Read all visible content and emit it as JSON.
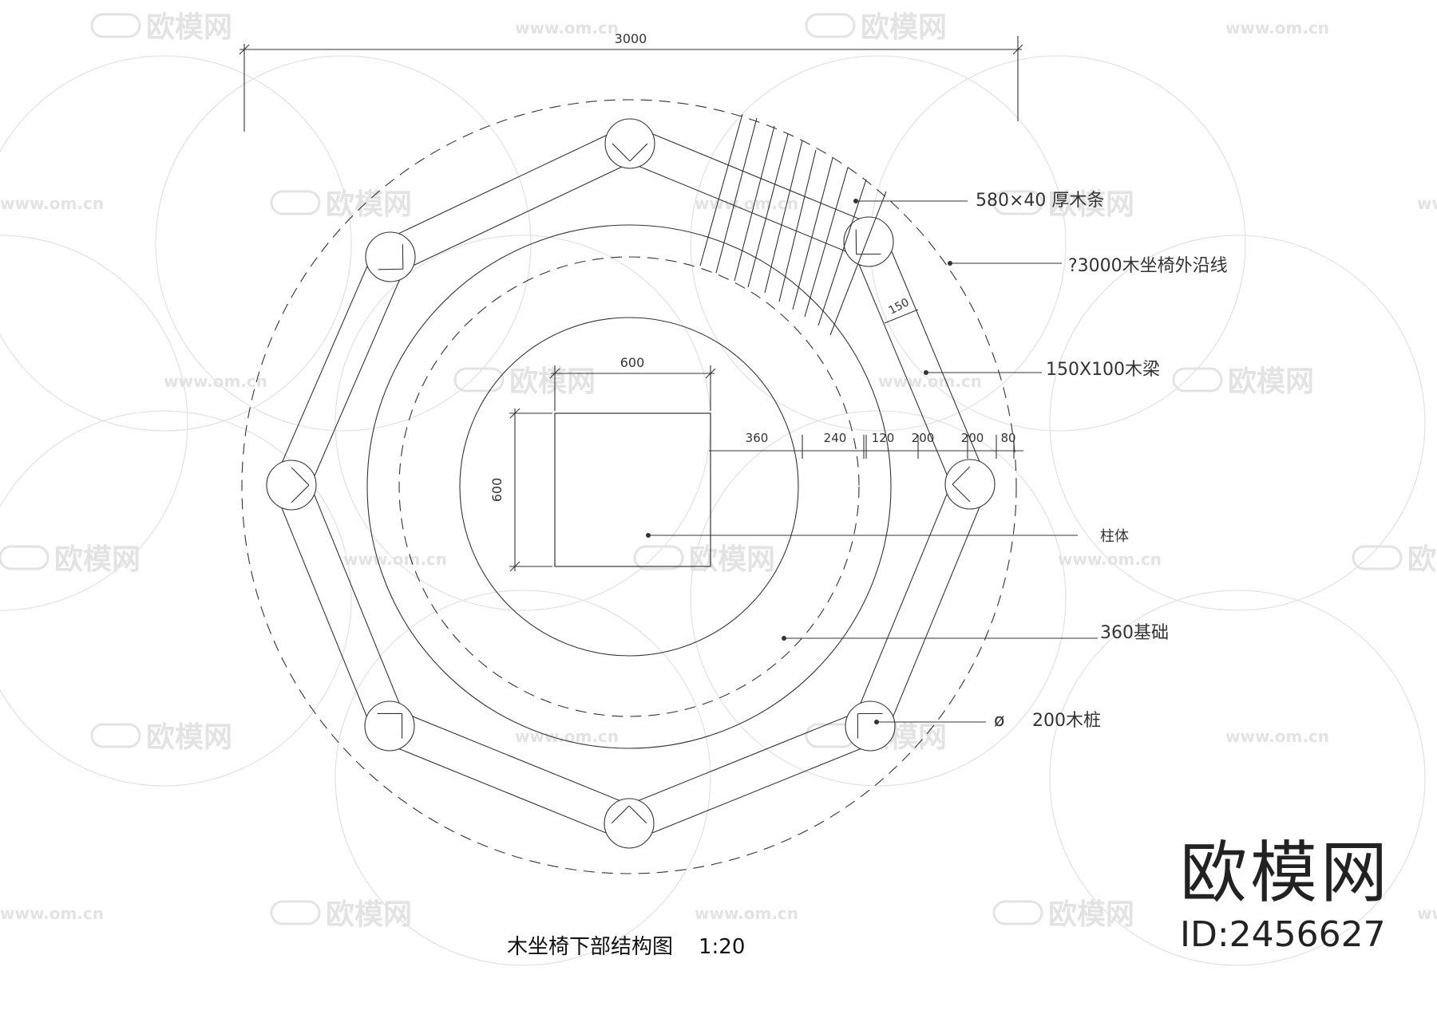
{
  "drawing": {
    "title": "木坐椅下部结构图",
    "scale": "1:20",
    "overall_dim": "3000",
    "square_top_dim": "600",
    "square_side_dim": "600",
    "radial_dims": [
      "360",
      "240",
      "120",
      "200",
      "200",
      "80"
    ],
    "beam_dim": "150"
  },
  "callouts": {
    "plank": "580×40 厚木条",
    "outer_line": "?3000木坐椅外沿线",
    "beam": "150X100木梁",
    "column": "柱体",
    "foundation": "360基础",
    "pile_symbol": "ø",
    "pile": "200木桩"
  },
  "watermark": {
    "brand": "欧模网",
    "url": "www.om.cn",
    "id": "ID:2456627"
  },
  "colors": {
    "line": "#333333",
    "watermark": "#e3e3e3"
  }
}
